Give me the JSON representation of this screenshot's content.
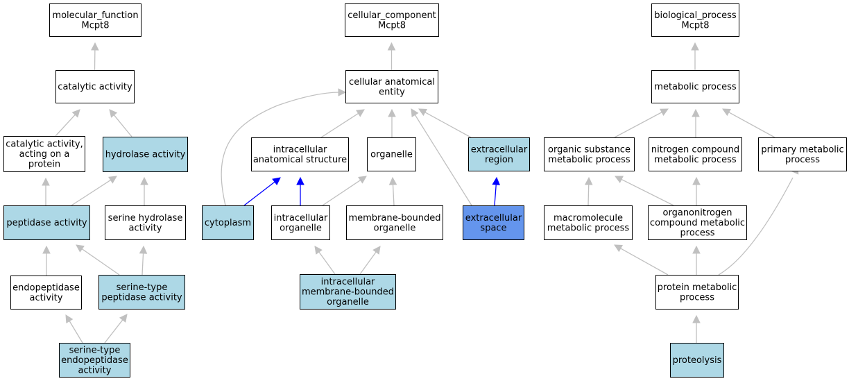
{
  "colors": {
    "plain": "#ffffff",
    "highlight": "#add8e6",
    "focus": "#6495ed",
    "edge_gray": "#c0c0c0",
    "edge_blue": "#0000ff"
  },
  "nodes": [
    {
      "id": "mf",
      "lines": [
        "molecular_function",
        "Mcpt8"
      ],
      "fill": "plain"
    },
    {
      "id": "catalytic",
      "lines": [
        "catalytic activity"
      ],
      "fill": "plain"
    },
    {
      "id": "cat_protein",
      "lines": [
        "catalytic activity,",
        "acting on a",
        "protein"
      ],
      "fill": "plain"
    },
    {
      "id": "hydrolase",
      "lines": [
        "hydrolase activity"
      ],
      "fill": "highlight"
    },
    {
      "id": "peptidase",
      "lines": [
        "peptidase activity"
      ],
      "fill": "highlight"
    },
    {
      "id": "ser_hydrolase",
      "lines": [
        "serine hydrolase",
        "activity"
      ],
      "fill": "plain"
    },
    {
      "id": "endopeptidase",
      "lines": [
        "endopeptidase",
        "activity"
      ],
      "fill": "plain"
    },
    {
      "id": "ser_peptidase",
      "lines": [
        "serine-type",
        "peptidase activity"
      ],
      "fill": "highlight"
    },
    {
      "id": "ser_endopeptidase",
      "lines": [
        "serine-type",
        "endopeptidase",
        "activity"
      ],
      "fill": "highlight"
    },
    {
      "id": "cc",
      "lines": [
        "cellular_component",
        "Mcpt8"
      ],
      "fill": "plain"
    },
    {
      "id": "cae",
      "lines": [
        "cellular anatomical",
        "entity"
      ],
      "fill": "plain"
    },
    {
      "id": "intra_struct",
      "lines": [
        "intracellular",
        "anatomical structure"
      ],
      "fill": "plain"
    },
    {
      "id": "organelle",
      "lines": [
        "organelle"
      ],
      "fill": "plain"
    },
    {
      "id": "extra_region",
      "lines": [
        "extracellular",
        "region"
      ],
      "fill": "highlight"
    },
    {
      "id": "cytoplasm",
      "lines": [
        "cytoplasm"
      ],
      "fill": "highlight"
    },
    {
      "id": "intra_organelle",
      "lines": [
        "intracellular",
        "organelle"
      ],
      "fill": "plain"
    },
    {
      "id": "mem_organelle",
      "lines": [
        "membrane-bounded",
        "organelle"
      ],
      "fill": "plain"
    },
    {
      "id": "extra_space",
      "lines": [
        "extracellular",
        "space"
      ],
      "fill": "focus"
    },
    {
      "id": "intra_mem_organelle",
      "lines": [
        "intracellular",
        "membrane-bounded",
        "organelle"
      ],
      "fill": "highlight"
    },
    {
      "id": "bp",
      "lines": [
        "biological_process",
        "Mcpt8"
      ],
      "fill": "plain"
    },
    {
      "id": "metabolic",
      "lines": [
        "metabolic process"
      ],
      "fill": "plain"
    },
    {
      "id": "organic_sub",
      "lines": [
        "organic substance",
        "metabolic process"
      ],
      "fill": "plain"
    },
    {
      "id": "nitrogen",
      "lines": [
        "nitrogen compound",
        "metabolic process"
      ],
      "fill": "plain"
    },
    {
      "id": "primary",
      "lines": [
        "primary metabolic",
        "process"
      ],
      "fill": "plain"
    },
    {
      "id": "macromolecule",
      "lines": [
        "macromolecule",
        "metabolic process"
      ],
      "fill": "plain"
    },
    {
      "id": "organonitrogen",
      "lines": [
        "organonitrogen",
        "compound metabolic",
        "process"
      ],
      "fill": "plain"
    },
    {
      "id": "protein_metabolic",
      "lines": [
        "protein metabolic",
        "process"
      ],
      "fill": "plain"
    },
    {
      "id": "proteolysis",
      "lines": [
        "proteolysis"
      ],
      "fill": "highlight"
    }
  ],
  "edges": [
    {
      "from": "catalytic",
      "to": "mf",
      "color": "edge_gray"
    },
    {
      "from": "cat_protein",
      "to": "catalytic",
      "color": "edge_gray"
    },
    {
      "from": "hydrolase",
      "to": "catalytic",
      "color": "edge_gray"
    },
    {
      "from": "peptidase",
      "to": "cat_protein",
      "color": "edge_gray"
    },
    {
      "from": "peptidase",
      "to": "hydrolase",
      "color": "edge_gray"
    },
    {
      "from": "ser_hydrolase",
      "to": "hydrolase",
      "color": "edge_gray"
    },
    {
      "from": "endopeptidase",
      "to": "peptidase",
      "color": "edge_gray"
    },
    {
      "from": "ser_peptidase",
      "to": "peptidase",
      "color": "edge_gray"
    },
    {
      "from": "ser_peptidase",
      "to": "ser_hydrolase",
      "color": "edge_gray"
    },
    {
      "from": "ser_endopeptidase",
      "to": "endopeptidase",
      "color": "edge_gray"
    },
    {
      "from": "ser_endopeptidase",
      "to": "ser_peptidase",
      "color": "edge_gray"
    },
    {
      "from": "cae",
      "to": "cc",
      "color": "edge_gray"
    },
    {
      "from": "intra_struct",
      "to": "cae",
      "color": "edge_gray"
    },
    {
      "from": "organelle",
      "to": "cae",
      "color": "edge_gray"
    },
    {
      "from": "extra_region",
      "to": "cae",
      "color": "edge_gray"
    },
    {
      "from": "cytoplasm",
      "to": "cae",
      "color": "edge_gray",
      "curve": true
    },
    {
      "from": "extra_space",
      "to": "cae",
      "color": "edge_gray"
    },
    {
      "from": "cytoplasm",
      "to": "intra_struct",
      "color": "edge_blue"
    },
    {
      "from": "intra_organelle",
      "to": "intra_struct",
      "color": "edge_blue"
    },
    {
      "from": "intra_organelle",
      "to": "organelle",
      "color": "edge_gray"
    },
    {
      "from": "mem_organelle",
      "to": "organelle",
      "color": "edge_gray"
    },
    {
      "from": "extra_space",
      "to": "extra_region",
      "color": "edge_blue"
    },
    {
      "from": "intra_mem_organelle",
      "to": "intra_organelle",
      "color": "edge_gray"
    },
    {
      "from": "intra_mem_organelle",
      "to": "mem_organelle",
      "color": "edge_gray"
    },
    {
      "from": "metabolic",
      "to": "bp",
      "color": "edge_gray"
    },
    {
      "from": "organic_sub",
      "to": "metabolic",
      "color": "edge_gray"
    },
    {
      "from": "nitrogen",
      "to": "metabolic",
      "color": "edge_gray"
    },
    {
      "from": "primary",
      "to": "metabolic",
      "color": "edge_gray"
    },
    {
      "from": "macromolecule",
      "to": "organic_sub",
      "color": "edge_gray"
    },
    {
      "from": "organonitrogen",
      "to": "organic_sub",
      "color": "edge_gray"
    },
    {
      "from": "organonitrogen",
      "to": "nitrogen",
      "color": "edge_gray"
    },
    {
      "from": "protein_metabolic",
      "to": "macromolecule",
      "color": "edge_gray"
    },
    {
      "from": "protein_metabolic",
      "to": "organonitrogen",
      "color": "edge_gray"
    },
    {
      "from": "protein_metabolic",
      "to": "primary",
      "color": "edge_gray",
      "curve": true
    },
    {
      "from": "proteolysis",
      "to": "protein_metabolic",
      "color": "edge_gray"
    }
  ]
}
